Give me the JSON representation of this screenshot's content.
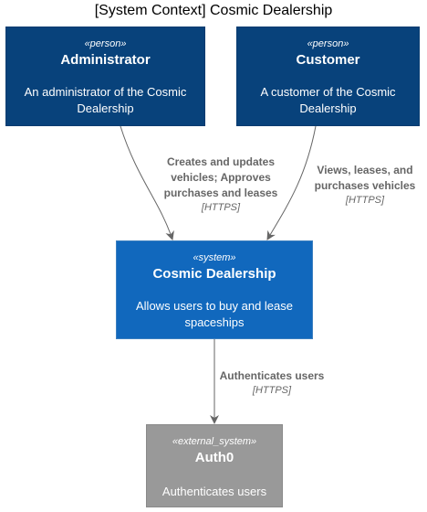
{
  "diagram": {
    "title": "[System Context] Cosmic Dealership",
    "colors": {
      "person": "#08427b",
      "system": "#1168bd",
      "external_system": "#999999",
      "edge": "#666666"
    },
    "nodes": {
      "administrator": {
        "stereotype": "«person»",
        "name": "Administrator",
        "description": "An administrator of the Cosmic Dealership"
      },
      "customer": {
        "stereotype": "«person»",
        "name": "Customer",
        "description": "A customer of the Cosmic Dealership"
      },
      "cosmic_dealership": {
        "stereotype": "«system»",
        "name": "Cosmic Dealership",
        "description": "Allows users to buy and lease spaceships"
      },
      "auth0": {
        "stereotype": "«external_system»",
        "name": "Auth0",
        "description": "Authenticates users"
      }
    },
    "edges": {
      "admin_to_system": {
        "label": "Creates and updates vehicles; Approves purchases and leases",
        "technology": "[HTTPS]"
      },
      "customer_to_system": {
        "label": "Views, leases, and purchases vehicles",
        "technology": "[HTTPS]"
      },
      "system_to_auth": {
        "label": "Authenticates users",
        "technology": "[HTTPS]"
      }
    }
  }
}
